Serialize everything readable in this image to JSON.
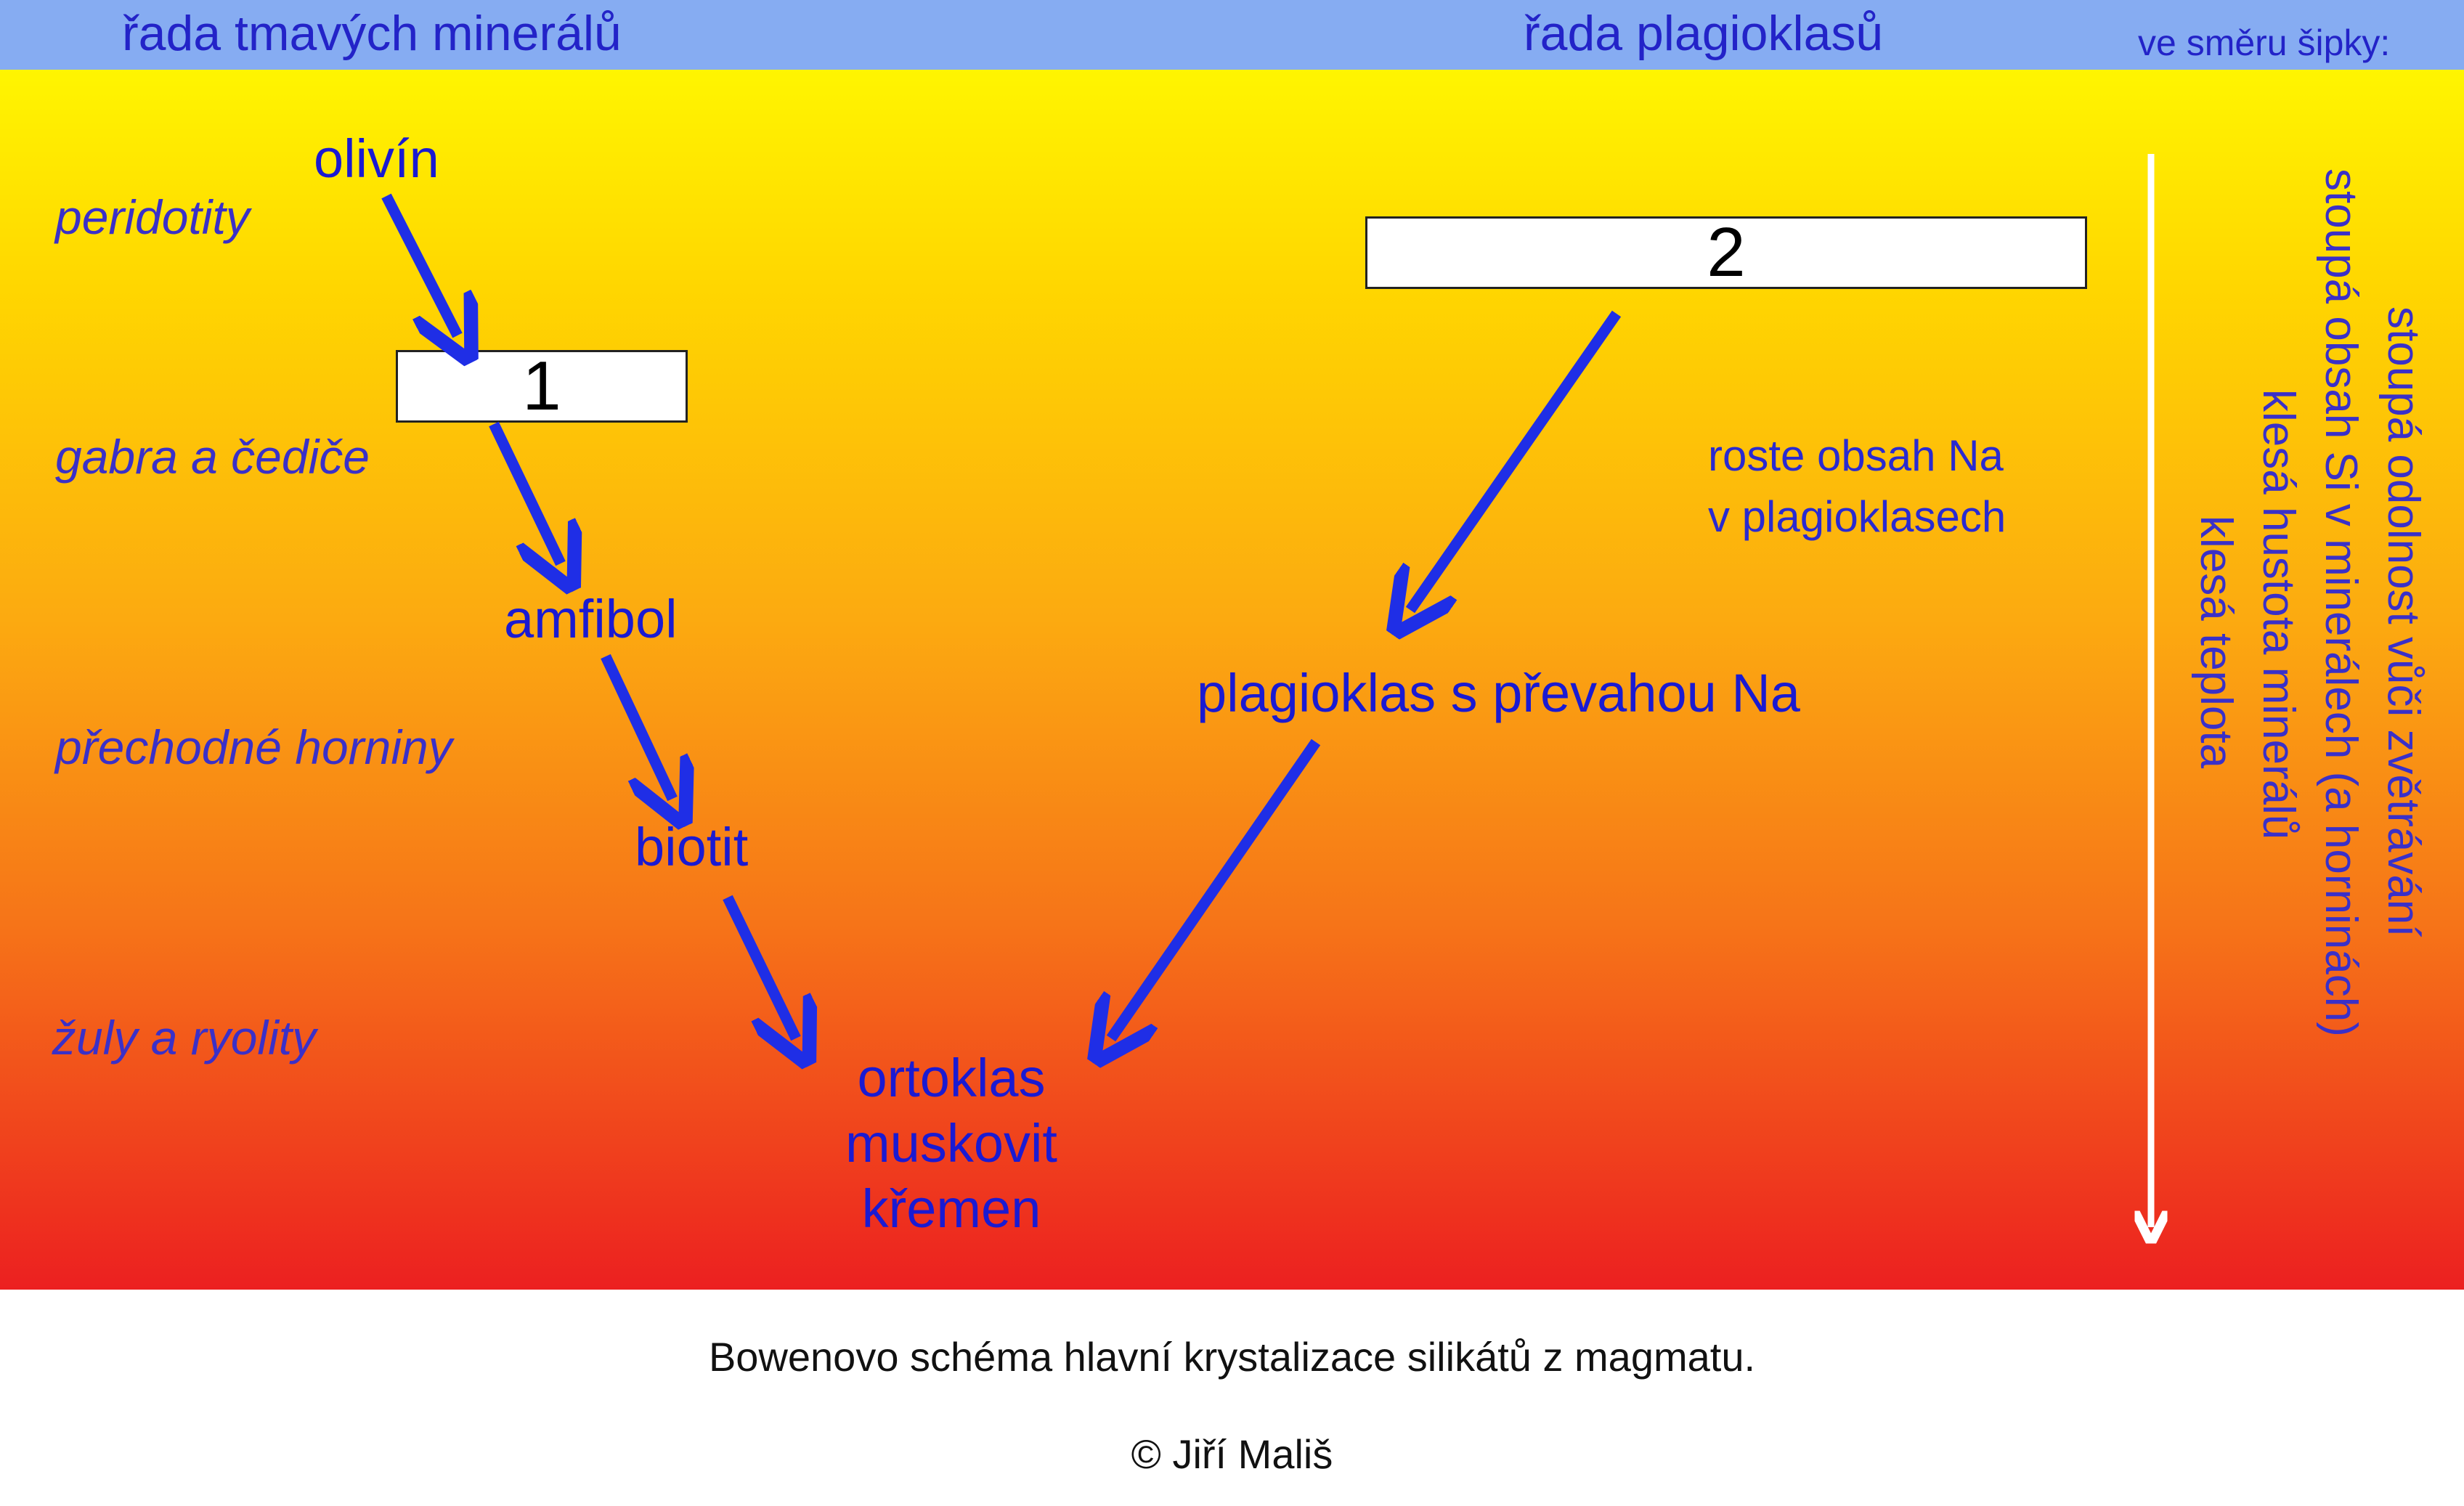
{
  "header": {
    "left": "řada tmavých minerálů",
    "center": "řada plagioklasů",
    "right": "ve směru šipky:"
  },
  "rocks": [
    "peridotity",
    "gabra a čediče",
    "přechodné horniny",
    "žuly a ryolity"
  ],
  "minerals": {
    "olivin": "olivín",
    "box1": "1",
    "amfibol": "amfibol",
    "biotit": "biotit",
    "box2": "2",
    "plagioklas_na": "plagioklas s převahou Na",
    "final": [
      "ortoklas",
      "muskovit",
      "křemen"
    ]
  },
  "note": {
    "line1": "roste obsah Na",
    "line2": "v plagioklasech"
  },
  "side_notes": [
    "stoupá odolnost vůči zvětrávání",
    "stoupá obsah Si v minerálech (a horninách)",
    "klesá hustota minerálů",
    "klesá teplota"
  ],
  "caption": "Bowenovo schéma hlavní krystalizace silikátů z magmatu.",
  "copyright": "© Jiří Mališ",
  "colors": {
    "header_bg": "#86acf2",
    "text_blue": "#1a1ad2",
    "arrow_blue": "#1f2ee6",
    "gradient_top": "#fff500",
    "gradient_bottom": "#ec2020"
  }
}
